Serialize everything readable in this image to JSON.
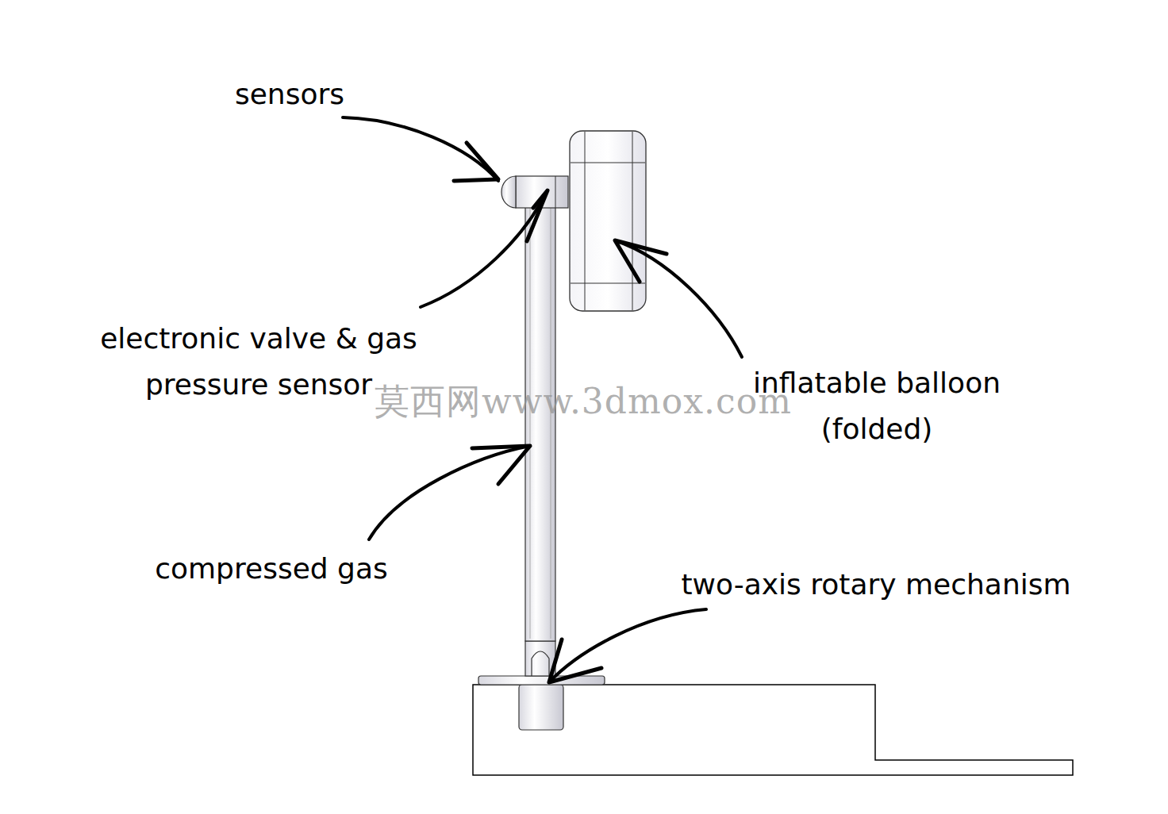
{
  "diagram": {
    "labels": [
      "sensors",
      "electronic valve & gas pressure sensor",
      "inflatable balloon (folded)",
      "compressed gas",
      "two-axis rotary mechanism",
      "莫西网www.3dmox.com"
    ]
  }
}
